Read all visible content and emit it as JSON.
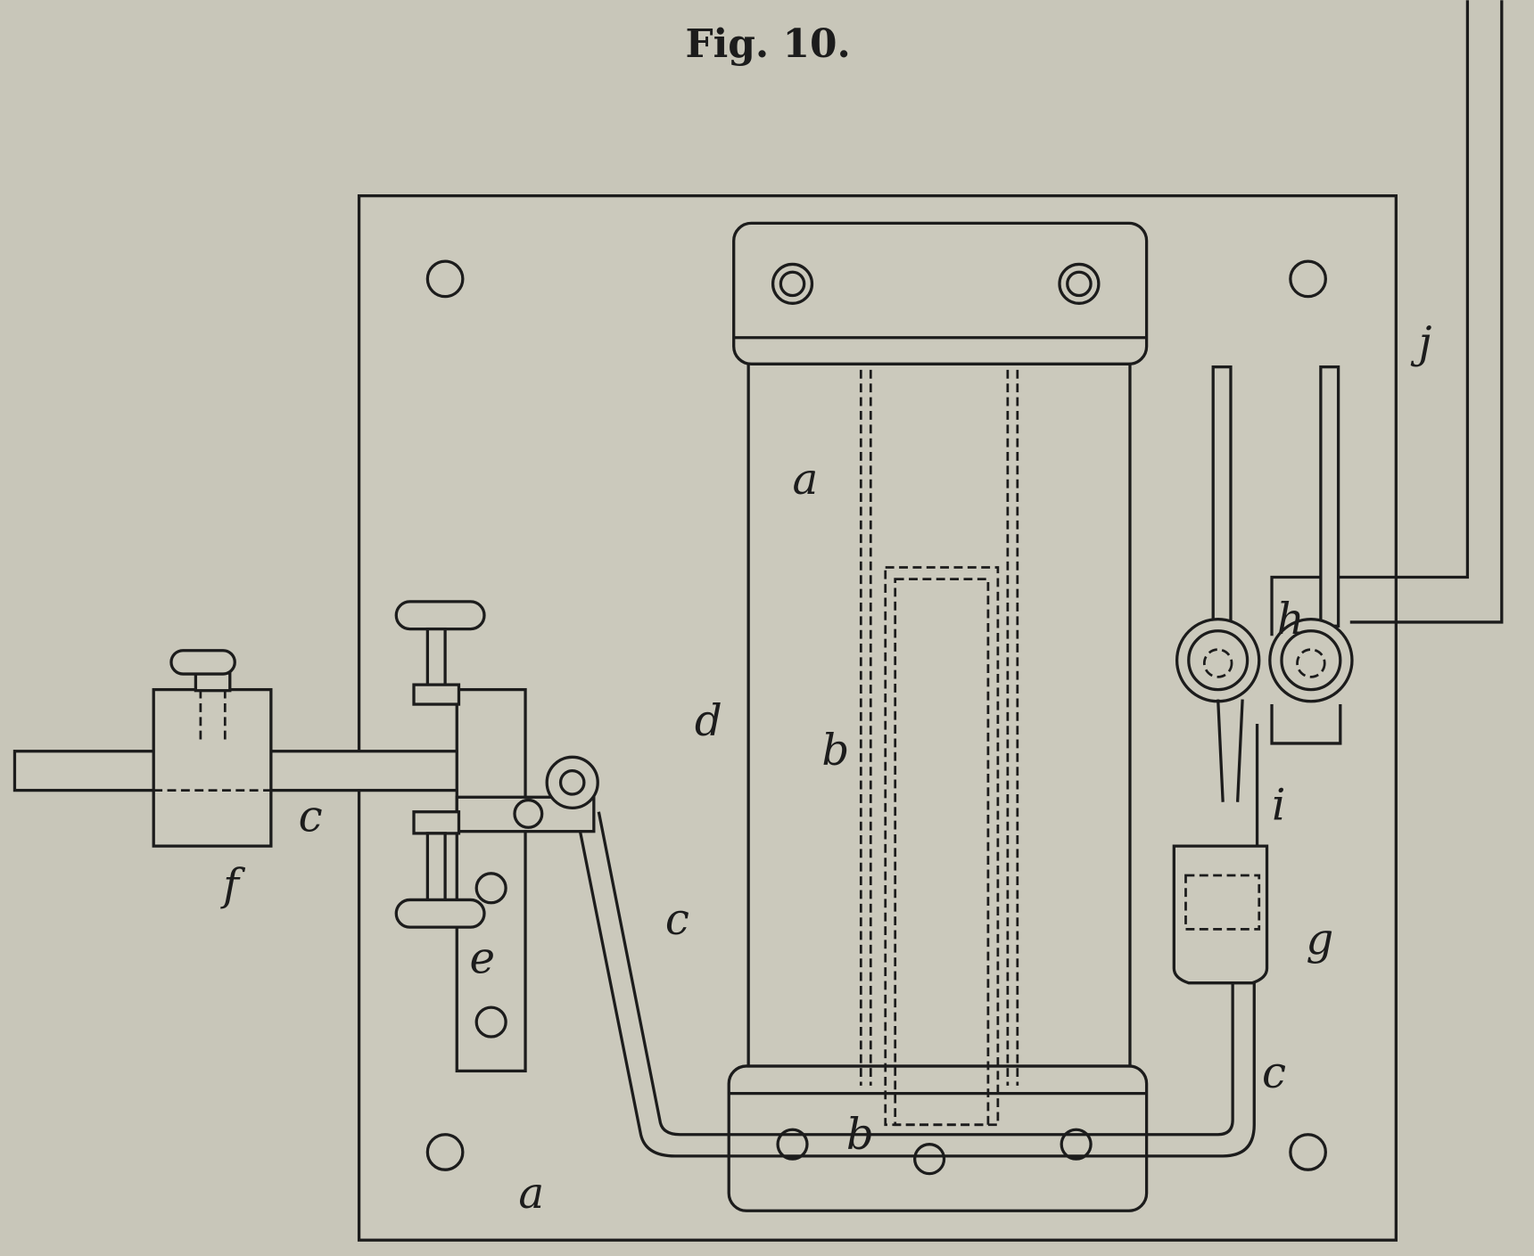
{
  "figure": {
    "title": "Fig. 10.",
    "labels": {
      "a_body": "a",
      "a_plate": "a",
      "b_inner": "b",
      "b_bottom": "b",
      "c_lever": "c",
      "c_arm": "c",
      "c_tube": "c",
      "d": "d",
      "e": "e",
      "f": "f",
      "g": "g",
      "h": "h",
      "i": "i",
      "j": "j"
    }
  }
}
